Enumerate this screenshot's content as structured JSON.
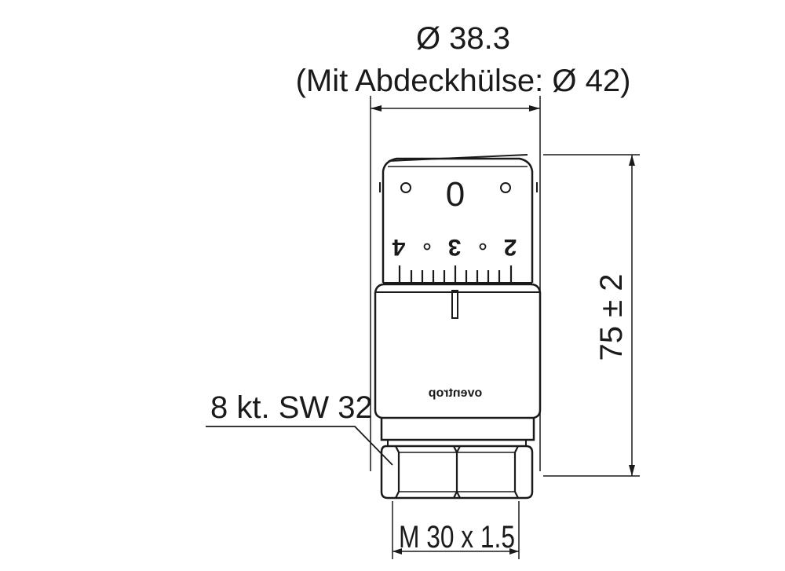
{
  "dimensions": {
    "diameter_label": "Ø 38.3",
    "diameter_note": "(Mit Abdeckhülse: Ø 42)",
    "height_label": "75 ± 2",
    "wrench_label": "8 kt. SW 32",
    "thread_label": "M 30 x 1.5"
  },
  "scale": {
    "top_mark": "0",
    "numbers": [
      "4",
      "3",
      "2"
    ]
  },
  "brand_text": "oventrop"
}
